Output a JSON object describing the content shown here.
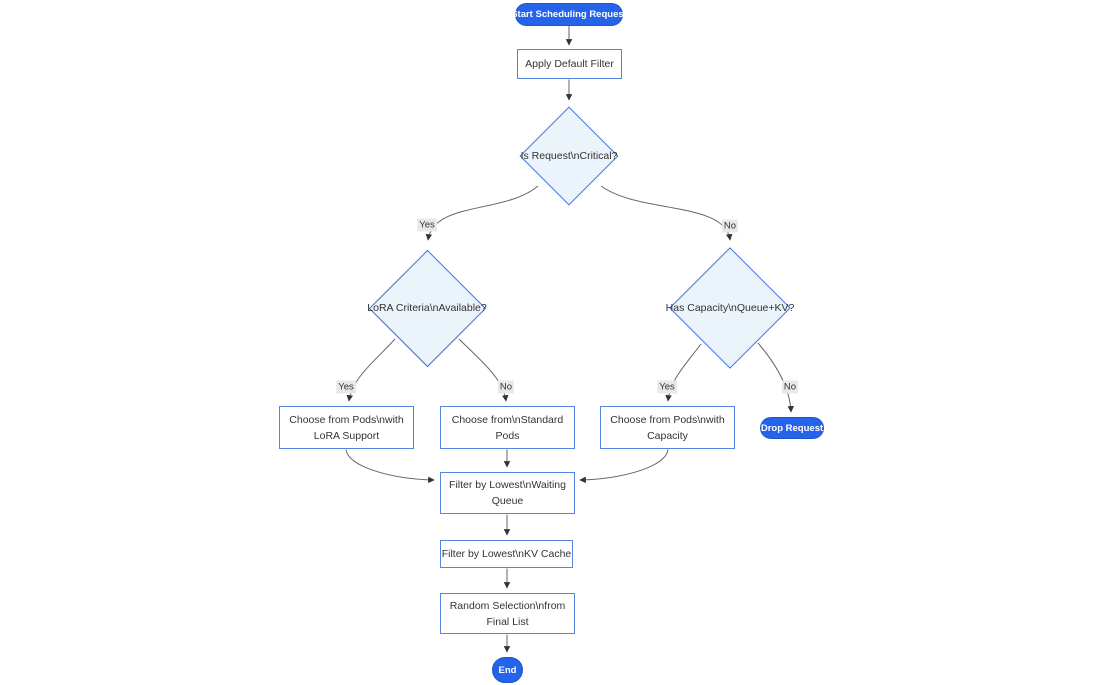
{
  "palette": {
    "accent_blue": "#2563eb",
    "rect_border": "#5585e4",
    "diamond_border": "#3b72e0",
    "diamond_fill": "#ebf3fb",
    "edge_line": "#666666",
    "arrowhead": "#333333",
    "edge_label_bg": "#e8e8e8",
    "node_text": "#333333",
    "stadium_text": "#ffffff"
  },
  "flowchart": {
    "nodes": {
      "start": {
        "type": "stadium",
        "label": "Start Scheduling Request"
      },
      "apply_default_filter": {
        "type": "rect",
        "label": "Apply Default Filter"
      },
      "is_request_critical": {
        "type": "diamond",
        "label": "Is Request\\nCritical?"
      },
      "lora_criteria_available": {
        "type": "diamond",
        "label": "LoRA Criteria\\nAvailable?"
      },
      "has_capacity_queue_kv": {
        "type": "diamond",
        "label": "Has Capacity\\nQueue+KV?"
      },
      "choose_pods_lora": {
        "type": "rect",
        "label": "Choose from Pods\\nwith LoRA Support"
      },
      "choose_standard_pods": {
        "type": "rect",
        "label": "Choose from\\nStandard Pods"
      },
      "choose_pods_capacity": {
        "type": "rect",
        "label": "Choose from Pods\\nwith Capacity"
      },
      "drop_request": {
        "type": "stadium",
        "label": "Drop Request"
      },
      "filter_waiting_queue": {
        "type": "rect",
        "label": "Filter by Lowest\\nWaiting Queue"
      },
      "filter_kv_cache": {
        "type": "rect",
        "label": "Filter by Lowest\\nKV Cache"
      },
      "random_selection": {
        "type": "rect",
        "label": "Random Selection\\nfrom Final List"
      },
      "end": {
        "type": "stadium",
        "label": "End"
      }
    },
    "edge_labels": {
      "critical_yes": "Yes",
      "critical_no": "No",
      "lora_yes": "Yes",
      "lora_no": "No",
      "capacity_yes": "Yes",
      "capacity_no": "No"
    }
  }
}
